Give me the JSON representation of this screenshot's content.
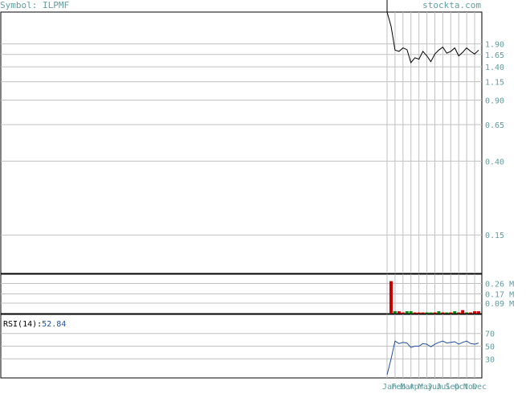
{
  "header": {
    "symbol_text": "Symbol: ILPMF",
    "brand_text": "stockta.com"
  },
  "colors": {
    "label_teal": "#5f9ea0",
    "grid": "#c0c0c0",
    "price_line": "#000000",
    "vol_up": "#008000",
    "vol_down": "#cc0000",
    "rsi_line": "#1f4f9f",
    "rsi_value": "#1f4f9f",
    "frame": "#000000"
  },
  "chart_data": [
    {
      "type": "line",
      "panel": "price",
      "y_scale": "log",
      "y_ticks": [
        1.9,
        1.65,
        1.4,
        1.15,
        0.9,
        0.65,
        0.4,
        0.15
      ],
      "y_tick_labels": [
        "1.90",
        "1.65",
        "1.40",
        "1.15",
        "0.90",
        "0.65",
        "0.40",
        "0.15"
      ],
      "ylim": [
        0.09,
        2.9
      ],
      "x_labels": [
        "Jan",
        "Feb",
        "Mar",
        "Apr",
        "May",
        "Jun",
        "Jul",
        "Sep",
        "Oct",
        "Nov",
        "Dec"
      ],
      "values": [
        2.9,
        2.4,
        1.75,
        1.72,
        1.8,
        1.76,
        1.48,
        1.58,
        1.55,
        1.72,
        1.62,
        1.5,
        1.66,
        1.75,
        1.82,
        1.68,
        1.72,
        1.8,
        1.62,
        1.7,
        1.8,
        1.72,
        1.66,
        1.75
      ]
    },
    {
      "type": "bar",
      "panel": "volume",
      "y_ticks": [
        0.26,
        0.17,
        0.09
      ],
      "y_tick_labels": [
        "0.26 M",
        "0.17 M",
        "0.09 M"
      ],
      "ylim": [
        0,
        0.34
      ],
      "values": [
        0.0,
        0.28,
        0.02,
        0.02,
        0.01,
        0.02,
        0.02,
        0.01,
        0.01,
        0.01,
        0.01,
        0.01,
        0.01,
        0.02,
        0.01,
        0.01,
        0.01,
        0.02,
        0.01,
        0.03,
        0.01,
        0.01,
        0.02,
        0.02
      ],
      "directions": [
        "down",
        "down",
        "up",
        "down",
        "down",
        "up",
        "up",
        "down",
        "down",
        "down",
        "up",
        "up",
        "down",
        "up",
        "down",
        "up",
        "down",
        "up",
        "down",
        "down",
        "up",
        "down",
        "down",
        "down"
      ]
    },
    {
      "type": "line",
      "panel": "rsi",
      "label_prefix": "RSI(14):",
      "value_text": "52.84",
      "y_ticks": [
        70,
        50,
        30
      ],
      "y_tick_labels": [
        "70",
        "50",
        "30"
      ],
      "ylim": [
        0,
        100
      ],
      "values": [
        5,
        30,
        58,
        54,
        56,
        55,
        48,
        50,
        50,
        54,
        53,
        49,
        53,
        56,
        58,
        55,
        56,
        57,
        53,
        56,
        58,
        54,
        53,
        55
      ]
    }
  ]
}
